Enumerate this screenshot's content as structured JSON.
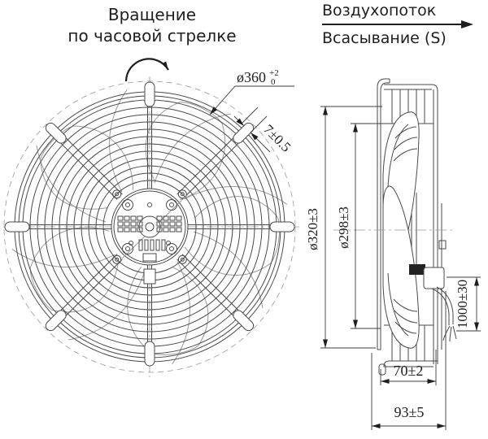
{
  "header": {
    "rotation_label_line1": "Вращение",
    "rotation_label_line2": "по часовой стрелке",
    "airflow_label": "Воздухопоток",
    "suction_label": "Всасывание (S)"
  },
  "dimensions": {
    "guard_diameter": "ø360",
    "guard_diameter_tol_upper": "+2",
    "guard_diameter_tol_lower": "0",
    "guard_wire_width": "7±0.5",
    "mounting_ring_diameter": "ø320±3",
    "impeller_diameter": "ø298±3",
    "cable_length": "1000±30",
    "basket_depth": "70±2",
    "overall_depth": "93±5"
  },
  "colors": {
    "background": "#ffffff",
    "line": "#4a4a4a",
    "line_light": "#9a9a9a",
    "dimension_line": "#3c3c3c",
    "text": "#1e1e1e"
  }
}
